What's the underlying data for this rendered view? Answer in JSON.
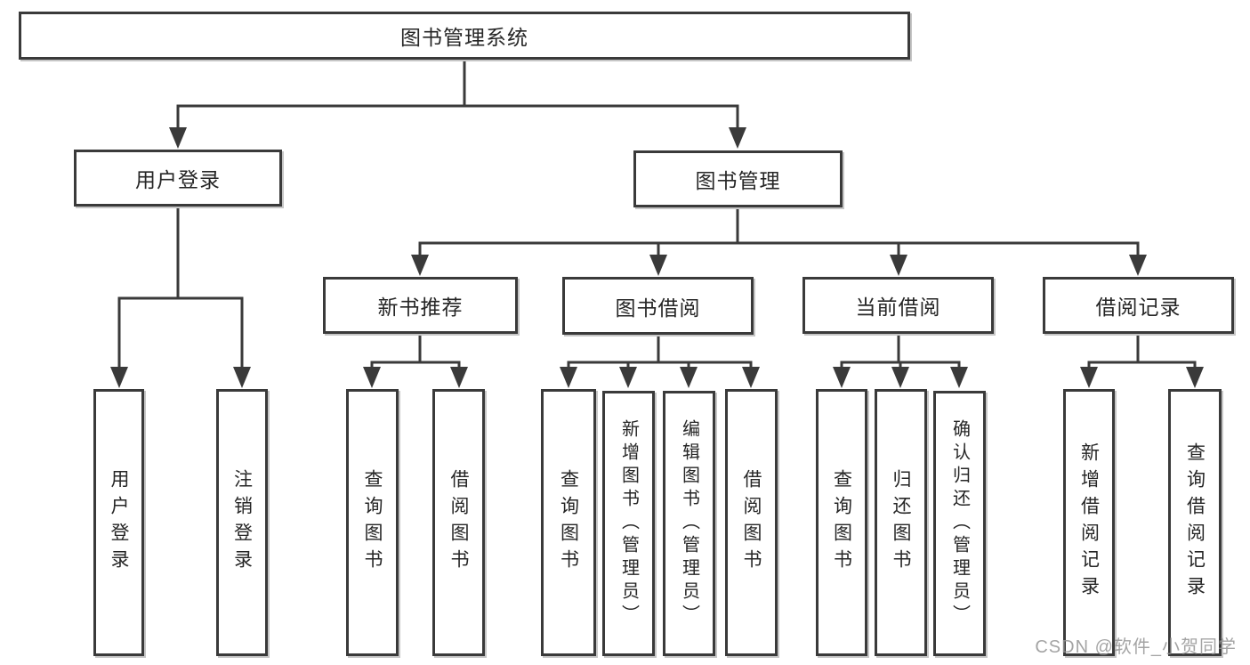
{
  "nodes": {
    "root": "图书管理系统",
    "level1": [
      "用户登录",
      "图书管理"
    ],
    "level2": [
      "新书推荐",
      "图书借阅",
      "当前借阅",
      "借阅记录"
    ],
    "leaves": [
      "用户登录",
      "注销登录",
      "查询图书",
      "借阅图书",
      "查询图书",
      "新增图书（管理员）",
      "编辑图书（管理员）",
      "借阅图书",
      "查询图书",
      "归还图书",
      "确认归还（管理员）",
      "新增借阅记录",
      "查询借阅记录"
    ]
  },
  "hierarchy": {
    "图书管理系统": [
      "用户登录",
      "图书管理"
    ],
    "用户登录": [
      "用户登录",
      "注销登录"
    ],
    "图书管理": [
      "新书推荐",
      "图书借阅",
      "当前借阅",
      "借阅记录"
    ],
    "新书推荐": [
      "查询图书",
      "借阅图书"
    ],
    "图书借阅": [
      "查询图书",
      "新增图书（管理员）",
      "编辑图书（管理员）",
      "借阅图书"
    ],
    "当前借阅": [
      "查询图书",
      "归还图书",
      "确认归还（管理员）"
    ],
    "借阅记录": [
      "新增借阅记录",
      "查询借阅记录"
    ]
  },
  "watermark": "CSDN @软件_小贺同学",
  "colors": {
    "line": "#3a3a3a",
    "text": "#262626",
    "box_background": "#ffffff",
    "shadow": "#c6c6c6",
    "watermark": "#949494"
  }
}
